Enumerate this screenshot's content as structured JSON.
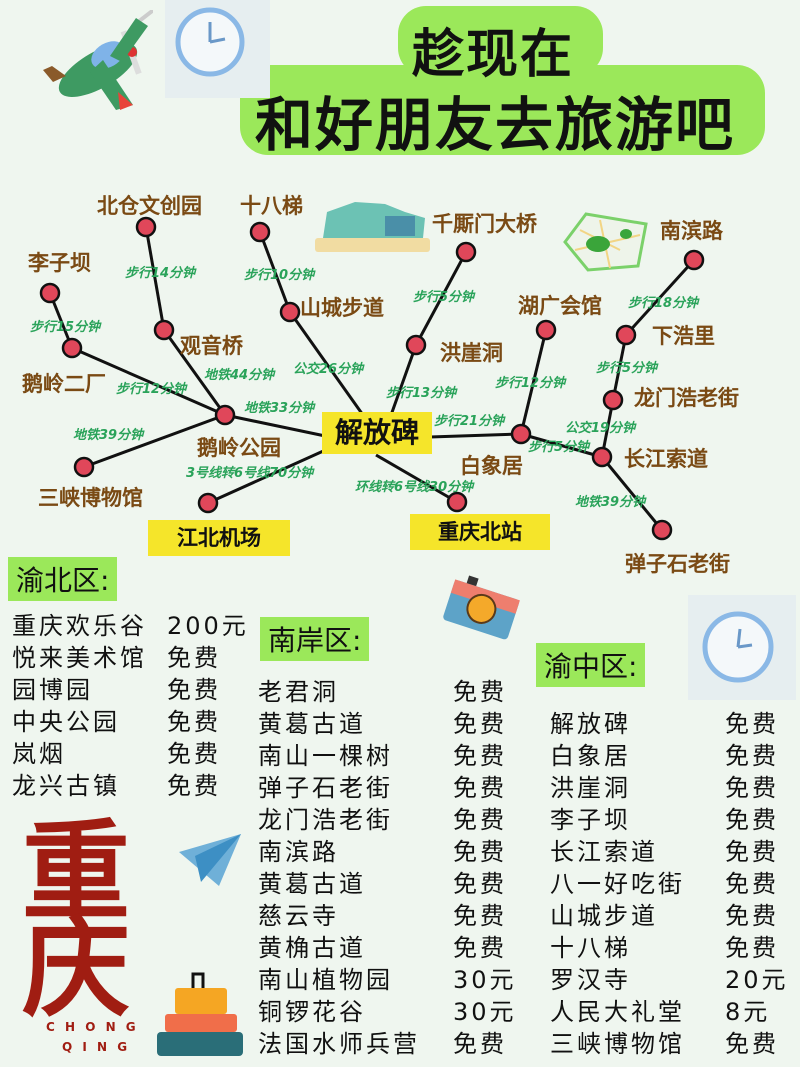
{
  "header": {
    "title_line1": "趁现在",
    "title_line2": "和好朋友去旅游吧"
  },
  "colors": {
    "background": "#eff6ef",
    "title_highlight": "#9be85a",
    "hub_highlight": "#f5e52a",
    "node_fill": "#e0475a",
    "place_text": "#7a4a14",
    "route_text": "#2aa35a",
    "brand_red": "#a01d12"
  },
  "map": {
    "places": {
      "beicang": "北仓文创园",
      "shibati": "十八梯",
      "qiansimen": "千厮门大桥",
      "nanbinlu": "南滨路",
      "liziba": "李子坝",
      "shancheng": "山城步道",
      "huguang": "湖广会馆",
      "xiahaoli": "下浩里",
      "guanyinqiao": "观音桥",
      "hongyadong": "洪崖洞",
      "eling2": "鹅岭二厂",
      "longmenhao": "龙门浩老街",
      "elingpark": "鹅岭公园",
      "baixiangju": "白象居",
      "changjiang": "长江索道",
      "sanxia": "三峡博物馆",
      "danzishi": "弹子石老街"
    },
    "hubs": {
      "jiefangbei": "解放碑",
      "airport": "江北机场",
      "north_station": "重庆北站"
    },
    "routes": {
      "beicang_guanyin": "步行14分钟",
      "shibati_shancheng": "步行10分钟",
      "qiansimen_hongya": "步行5分钟",
      "nanbin_xiahao": "步行18分钟",
      "liziba_eling2": "步行15分钟",
      "xiahao_longmen": "步行5分钟",
      "guanyin_eling": "地铁44分钟",
      "shancheng_jfb": "公交26分钟",
      "eling2_elingpark": "步行12分钟",
      "hongya_jfb": "步行13分钟",
      "huguang_baixiang": "步行12分钟",
      "longmen_changjiang": "公交19分钟",
      "elingpark_jfb": "地铁33分钟",
      "jfb_baixiang": "步行21分钟",
      "sanxia_elingpark": "地铁39分钟",
      "baixiang_changjiang": "步行5分钟",
      "airport_jfb": "3号线转6号线70分钟",
      "north_jfb": "环线转6号线30分钟",
      "changjiang_danzishi": "地铁39分钟"
    }
  },
  "districts": {
    "yubei": {
      "title": "渝北区:",
      "items": [
        {
          "name": "重庆欢乐谷",
          "price": "200元"
        },
        {
          "name": "悦来美术馆",
          "price": "免费"
        },
        {
          "name": "园博园",
          "price": "免费"
        },
        {
          "name": "中央公园",
          "price": "免费"
        },
        {
          "name": "岚烟",
          "price": "免费"
        },
        {
          "name": "龙兴古镇",
          "price": "免费"
        }
      ]
    },
    "nanan": {
      "title": "南岸区:",
      "items": [
        {
          "name": "老君洞",
          "price": "免费"
        },
        {
          "name": "黄葛古道",
          "price": "免费"
        },
        {
          "name": "南山一棵树",
          "price": "免费"
        },
        {
          "name": "弹子石老街",
          "price": "免费"
        },
        {
          "name": "龙门浩老街",
          "price": "免费"
        },
        {
          "name": "南滨路",
          "price": "免费"
        },
        {
          "name": "黄葛古道",
          "price": "免费"
        },
        {
          "name": "慈云寺",
          "price": "免费"
        },
        {
          "name": "黄桷古道",
          "price": "免费"
        },
        {
          "name": "南山植物园",
          "price": "30元"
        },
        {
          "name": "铜锣花谷",
          "price": "30元"
        },
        {
          "name": "法国水师兵营",
          "price": "免费"
        }
      ]
    },
    "yuzhong": {
      "title": "渝中区:",
      "items": [
        {
          "name": "解放碑",
          "price": "免费"
        },
        {
          "name": "白象居",
          "price": "免费"
        },
        {
          "name": "洪崖洞",
          "price": "免费"
        },
        {
          "name": "李子坝",
          "price": "免费"
        },
        {
          "name": "长江索道",
          "price": "免费"
        },
        {
          "name": "八一好吃街",
          "price": "免费"
        },
        {
          "name": "山城步道",
          "price": "免费"
        },
        {
          "name": "十八梯",
          "price": "免费"
        },
        {
          "name": "罗汉寺",
          "price": "20元"
        },
        {
          "name": "人民大礼堂",
          "price": "8元"
        },
        {
          "name": "三峡博物馆",
          "price": "免费"
        }
      ]
    }
  },
  "brand": {
    "char1": "重",
    "char2": "庆",
    "pinyin1": "C H O N G",
    "pinyin2": "Q I N G"
  },
  "icons": [
    "airplane-icon",
    "clock-icon",
    "building-icon",
    "map-icon",
    "camera-icon",
    "paper-plane-icon",
    "luggage-icon"
  ]
}
